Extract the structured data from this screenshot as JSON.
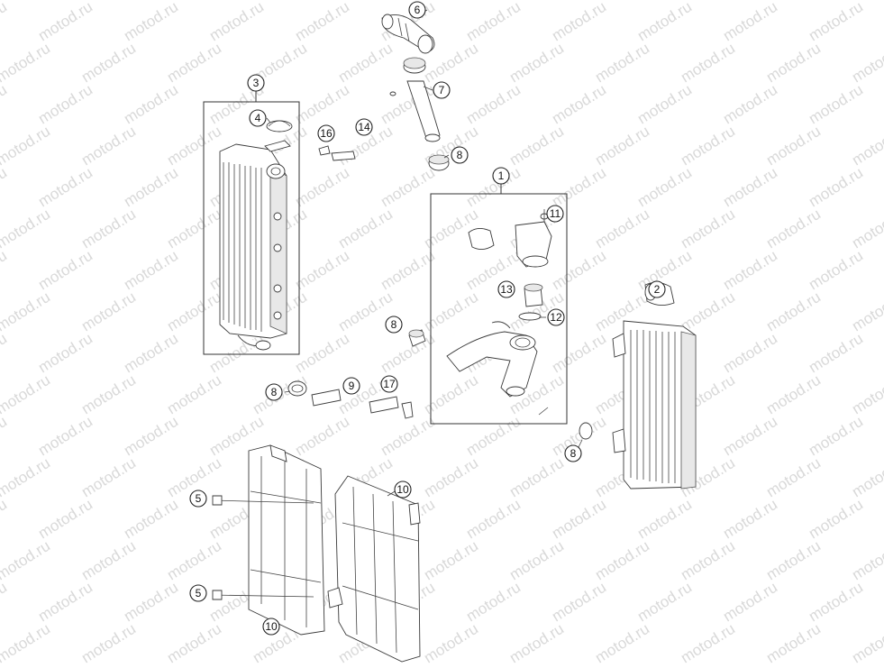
{
  "watermark": "motod.ru",
  "callouts": [
    {
      "id": "c-1",
      "label": "1"
    },
    {
      "id": "c-2",
      "label": "2"
    },
    {
      "id": "c-3",
      "label": "3"
    },
    {
      "id": "c-4",
      "label": "4"
    },
    {
      "id": "c-5a",
      "label": "5"
    },
    {
      "id": "c-5b",
      "label": "5"
    },
    {
      "id": "c-6",
      "label": "6"
    },
    {
      "id": "c-7",
      "label": "7"
    },
    {
      "id": "c-8a",
      "label": "8"
    },
    {
      "id": "c-8b",
      "label": "8"
    },
    {
      "id": "c-8c",
      "label": "8"
    },
    {
      "id": "c-8d",
      "label": "8"
    },
    {
      "id": "c-9",
      "label": "9"
    },
    {
      "id": "c-10a",
      "label": "10"
    },
    {
      "id": "c-10b",
      "label": "10"
    },
    {
      "id": "c-11",
      "label": "11"
    },
    {
      "id": "c-12",
      "label": "12"
    },
    {
      "id": "c-13",
      "label": "13"
    },
    {
      "id": "c-14",
      "label": "14"
    },
    {
      "id": "c-16",
      "label": "16"
    },
    {
      "id": "c-17",
      "label": "17"
    }
  ]
}
